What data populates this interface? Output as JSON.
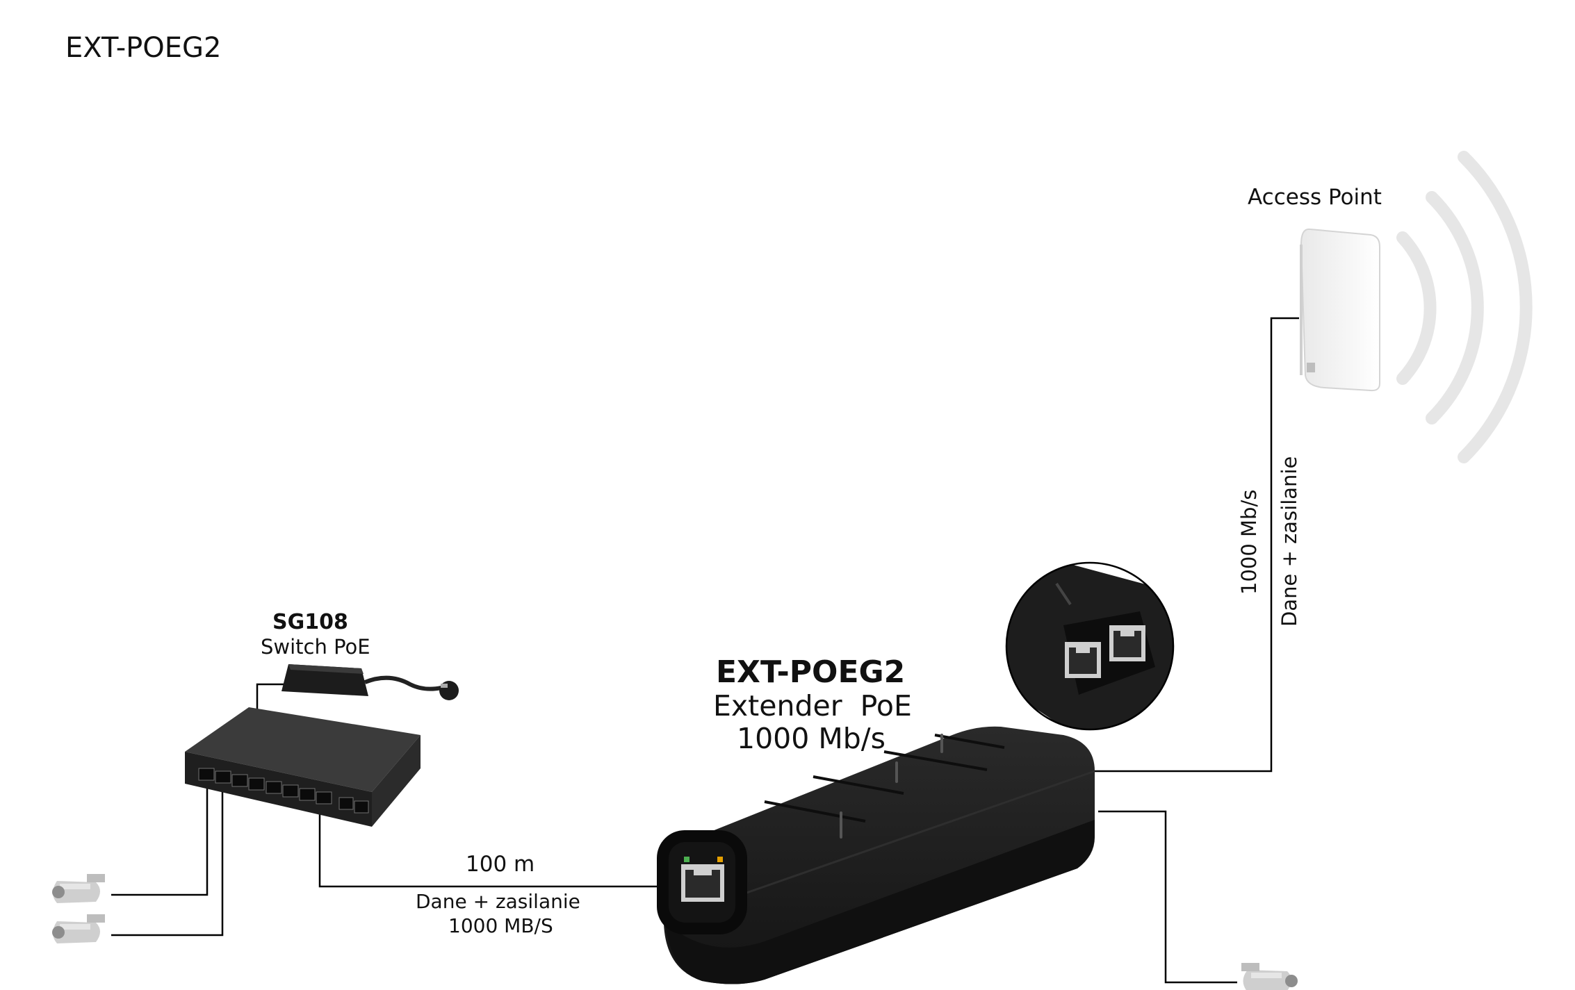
{
  "page": {
    "title": "EXT-POEG2"
  },
  "switch": {
    "model": "SG108",
    "description": "Switch PoE"
  },
  "extender": {
    "model": "EXT-POEG2",
    "description": "Extender  PoE",
    "speed": "1000 Mb/s"
  },
  "uplink": {
    "distance": "100 m",
    "line1": "Dane + zasilanie",
    "line2": "1000 MB/S"
  },
  "access_point": {
    "label": "Access Point",
    "link_speed": "1000 Mb/s",
    "link_type": "Dane + zasilanie"
  },
  "colors": {
    "device_body": "#1b1b1b",
    "line": "#000000",
    "signal_arcs": "#e6e6e6",
    "access_point": "#f4f4f4"
  }
}
